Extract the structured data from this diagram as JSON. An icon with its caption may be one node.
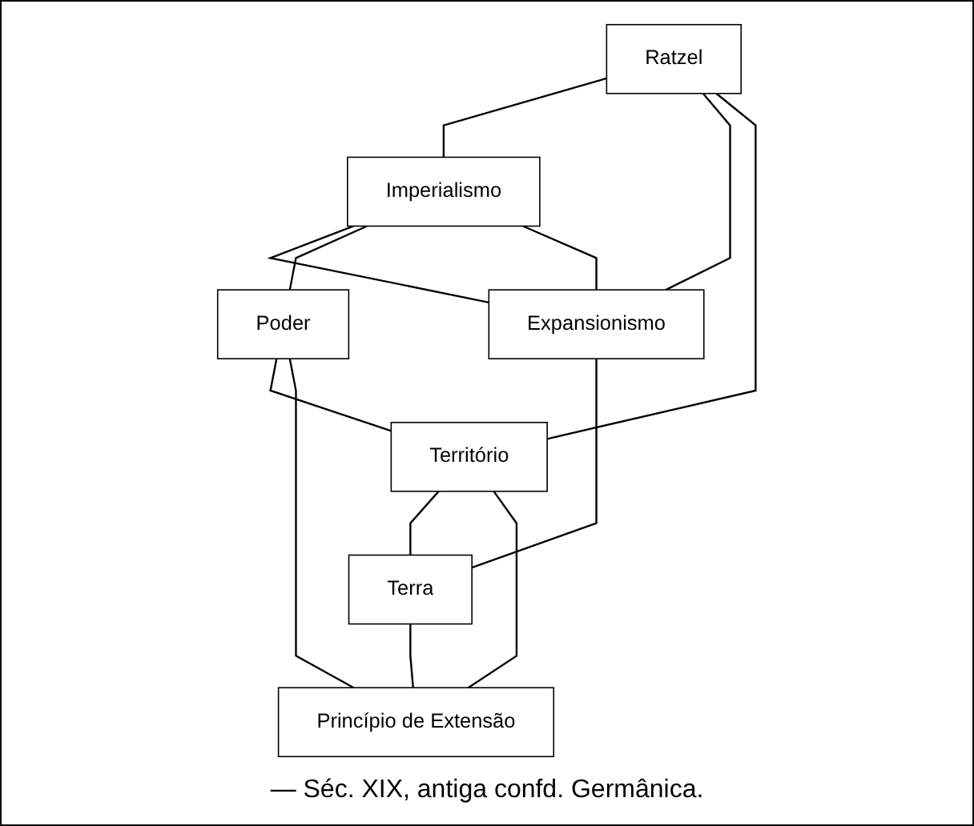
{
  "diagram": {
    "caption": "— Séc. XIX, antiga confd. Germânica.",
    "nodes": [
      {
        "text": [
          "Imperialismo"
        ]
      },
      {
        "text": [
          "Expansionismo"
        ]
      },
      {
        "text": [
          "Ratzel"
        ]
      },
      {
        "text": [
          "Poder"
        ]
      },
      {
        "text": [
          "Território"
        ]
      },
      {
        "text": [
          "Terra"
        ]
      },
      {
        "text": [
          "Princípio de Extensão"
        ]
      }
    ],
    "edges": [
      {
        "from": 0,
        "to": 1,
        "arrow": "none"
      },
      {
        "from": 2,
        "to": 0,
        "arrow": "none"
      },
      {
        "from": 2,
        "to": 1,
        "arrow": "none"
      },
      {
        "from": 0,
        "to": 3,
        "arrow": "none"
      },
      {
        "from": 1,
        "to": 5,
        "arrow": "none"
      },
      {
        "from": 2,
        "to": 4,
        "arrow": "none"
      },
      {
        "from": 3,
        "to": 4,
        "arrow": "none"
      },
      {
        "from": 4,
        "to": 5,
        "arrow": "none"
      },
      {
        "from": 4,
        "to": 6,
        "arrow": "none"
      },
      {
        "from": 3,
        "to": 6,
        "arrow": "none"
      },
      {
        "from": 5,
        "to": 6,
        "arrow": "none"
      },
      {
        "from": 0,
        "to": 1,
        "arrow": "none"
      }
    ]
  }
}
